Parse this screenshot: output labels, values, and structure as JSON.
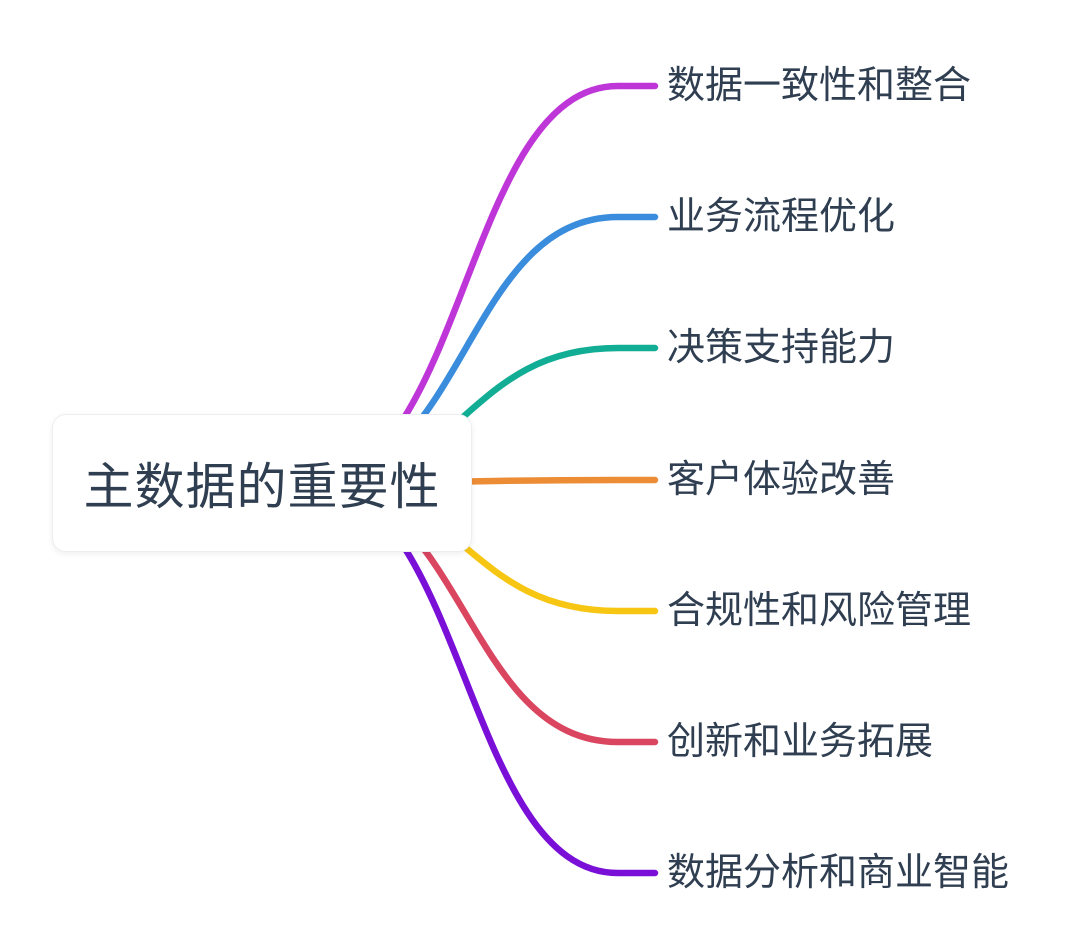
{
  "root": {
    "label": "主数据的重要性",
    "text_color": "#2f3e50",
    "background_color": "#ffffff"
  },
  "branches": [
    {
      "label": "数据一致性和整合",
      "color": "#bf36d8"
    },
    {
      "label": "业务流程优化",
      "color": "#3a8cdc"
    },
    {
      "label": "决策支持能力",
      "color": "#12ad95"
    },
    {
      "label": "客户体验改善",
      "color": "#ec8c34"
    },
    {
      "label": "合规性和风险管理",
      "color": "#f7c613"
    },
    {
      "label": "创新和业务拓展",
      "color": "#da4560"
    },
    {
      "label": "数据分析和商业智能",
      "color": "#7a10d8"
    }
  ]
}
